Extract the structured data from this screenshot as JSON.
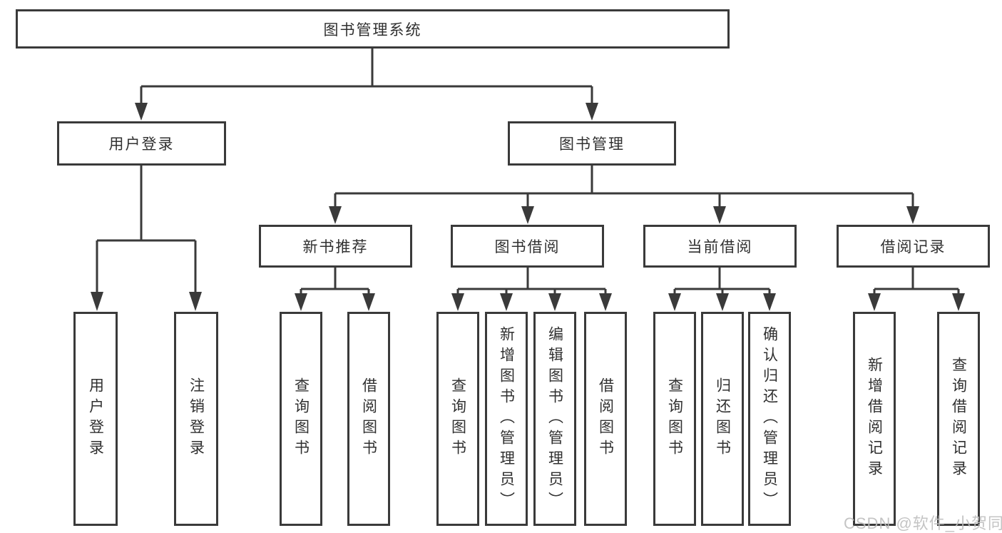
{
  "diagram": {
    "root": "图书管理系统",
    "children": [
      {
        "label": "用户登录",
        "children": [
          "用户登录",
          "注销登录"
        ]
      },
      {
        "label": "图书管理",
        "children": [
          {
            "label": "新书推荐",
            "children": [
              "查询图书",
              "借阅图书"
            ]
          },
          {
            "label": "图书借阅",
            "children": [
              "查询图书",
              "新增图书（管理员）",
              "编辑图书（管理员）",
              "借阅图书"
            ]
          },
          {
            "label": "当前借阅",
            "children": [
              "查询图书",
              "归还图书",
              "确认归还（管理员）"
            ]
          },
          {
            "label": "借阅记录",
            "children": [
              "新增借阅记录",
              "查询借阅记录"
            ]
          }
        ]
      }
    ]
  },
  "watermark": {
    "text": "CSDN @软件_小贺同学",
    "color": "#bebebe"
  },
  "colors": {
    "line": "#3a3a3a",
    "box_border": "#3a3a3a",
    "text": "#303030",
    "background": "#ffffff"
  }
}
